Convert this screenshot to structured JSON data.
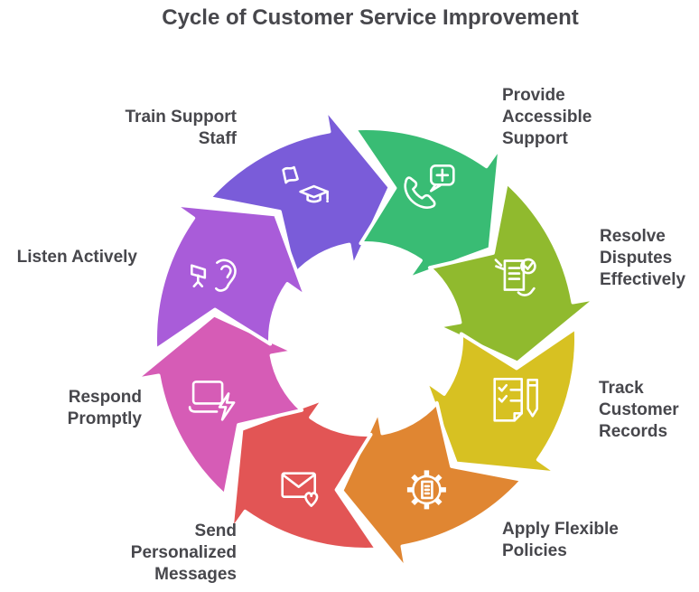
{
  "title": "Cycle of Customer Service Improvement",
  "background": "#ffffff",
  "text_color": "#47474c",
  "outline_color": "#ffffff",
  "segments": [
    {
      "id": "train-support-staff",
      "lines": [
        "Train Support",
        "Staff"
      ],
      "color": "#7A5CD9",
      "icon": "graduation-cap-flag-icon"
    },
    {
      "id": "provide-accessible-support",
      "lines": [
        "Provide",
        "Accessible",
        "Support"
      ],
      "color": "#39BC74",
      "icon": "phone-support-icon"
    },
    {
      "id": "resolve-disputes-effectively",
      "lines": [
        "Resolve",
        "Disputes",
        "Effectively"
      ],
      "color": "#90BA2E",
      "icon": "document-check-icon"
    },
    {
      "id": "track-customer-records",
      "lines": [
        "Track",
        "Customer",
        "Records"
      ],
      "color": "#D7C122",
      "icon": "checklist-pen-icon"
    },
    {
      "id": "apply-flexible-policies",
      "lines": [
        "Apply Flexible",
        "Policies"
      ],
      "color": "#E08632",
      "icon": "gear-document-icon"
    },
    {
      "id": "send-personalized-messages",
      "lines": [
        "Send",
        "Personalized",
        "Messages"
      ],
      "color": "#E25555",
      "icon": "envelope-heart-icon"
    },
    {
      "id": "respond-promptly",
      "lines": [
        "Respond",
        "Promptly"
      ],
      "color": "#D65CB6",
      "icon": "laptop-lightning-icon"
    },
    {
      "id": "listen-actively",
      "lines": [
        "Listen Actively"
      ],
      "color": "#A95CD9",
      "icon": "ear-listening-icon"
    }
  ]
}
